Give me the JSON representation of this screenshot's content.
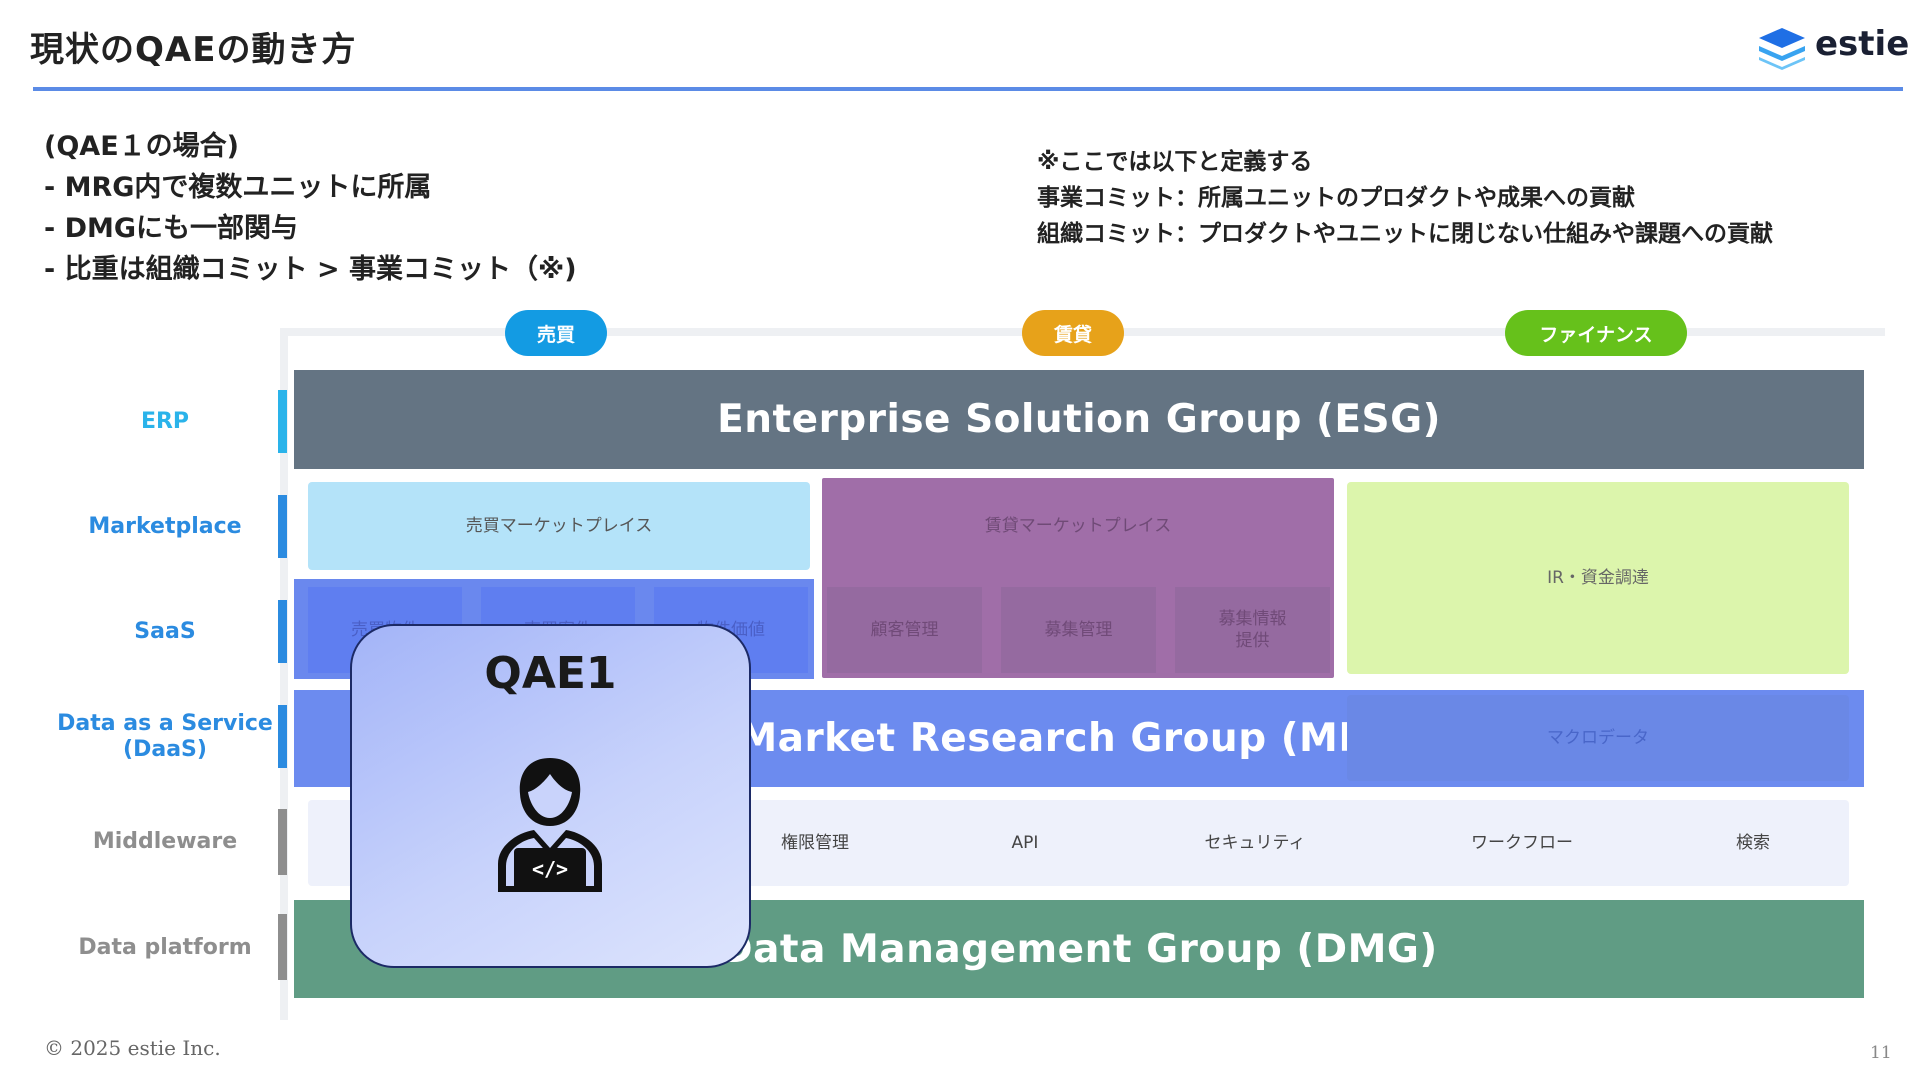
{
  "slide": {
    "title": "現状のQAEの動き方",
    "page_number": "11",
    "copyright": "© 2025 estie Inc."
  },
  "logo": {
    "text": "estie"
  },
  "case_notes": [
    "(QAE１の場合)",
    "- MRG内で複数ユニットに所属",
    "- DMGにも一部関与",
    "- 比重は組織コミット > 事業コミット（※)"
  ],
  "definitions": [
    "※ここでは以下と定義する",
    "事業コミット：所属ユニットのプロダクトや成果への貢献",
    "組織コミット：プロダクトやユニットに閉じない仕組みや課題への貢献"
  ],
  "domains": [
    {
      "label": "売買",
      "color": "#139be3"
    },
    {
      "label": "賃貸",
      "color": "#e7a21a"
    },
    {
      "label": "ファイナンス",
      "color": "#66c11b"
    }
  ],
  "layers": [
    {
      "label": "ERP",
      "color": "#2ab3ea"
    },
    {
      "label": "Marketplace",
      "color": "#2b8be0"
    },
    {
      "label": "SaaS",
      "color": "#2b8be0"
    },
    {
      "label": "Data as a Service\n(DaaS)",
      "color": "#2b8be0"
    },
    {
      "label": "Middleware",
      "color": "#8e8e8e"
    },
    {
      "label": "Data platform",
      "color": "#8e8e8e"
    }
  ],
  "groups": {
    "esg": "Enterprise Solution Group (ESG)",
    "mrg": "Market Research Group (MRG)",
    "dmg": "Data Management Group (DMG)"
  },
  "cells": {
    "sale_marketplace": "売買マーケットプレイス",
    "rent_marketplace": "賃貸マーケットプレイス",
    "finance": "IR・資金調達",
    "sale_saas": [
      "売買物件",
      "売買案件",
      "物件価値"
    ],
    "rent_saas": [
      "顧客管理",
      "募集管理",
      "募集情報\n提供"
    ],
    "macro": "マクロデータ",
    "middleware": [
      "権限管理",
      "API",
      "セキュリティ",
      "ワークフロー",
      "検索"
    ]
  },
  "qae": {
    "label": "QAE1",
    "icon": "developer-person-icon"
  }
}
